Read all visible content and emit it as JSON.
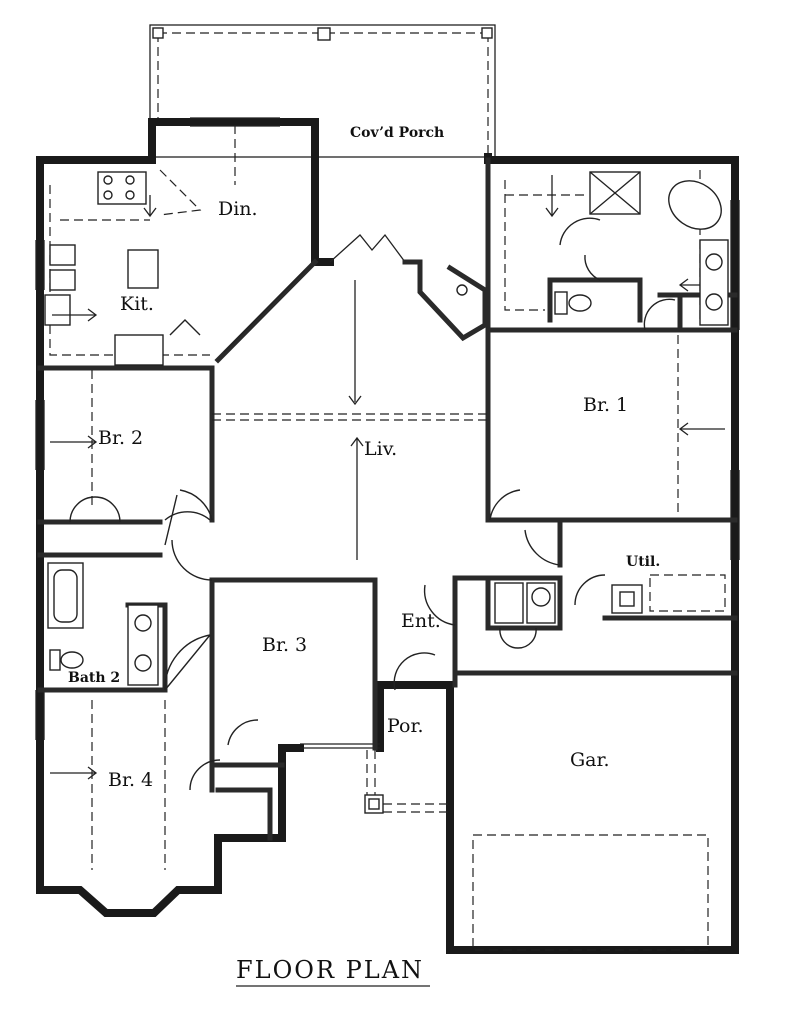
{
  "plan": {
    "title": "FLOOR PLAN",
    "rooms": {
      "porch_covered": "Cov’d Porch",
      "dining": "Din.",
      "kitchen": "Kit.",
      "bedroom_1": "Br. 1",
      "bedroom_2": "Br. 2",
      "bedroom_3": "Br. 3",
      "bedroom_4": "Br. 4",
      "living": "Liv.",
      "utility": "Util.",
      "entry": "Ent.",
      "porch": "Por.",
      "garage": "Gar.",
      "bath_2": "Bath 2"
    }
  }
}
